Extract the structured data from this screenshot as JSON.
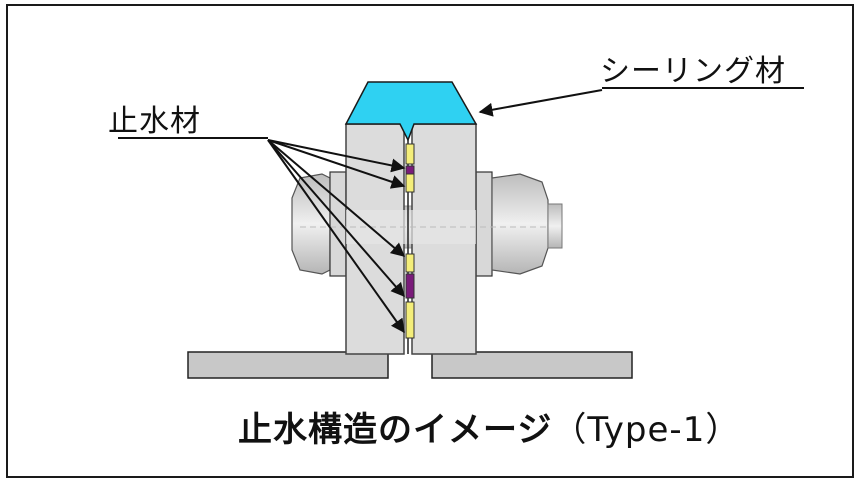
{
  "labels": {
    "sealing_material": "シーリング材",
    "water_stop_material": "止水材"
  },
  "caption": {
    "main": "止水構造のイメージ",
    "sub": "（Type-1）"
  },
  "colors": {
    "sealing": "#2fd1f2",
    "water_stop_dark": "#7a1b7a",
    "water_stop_light": "#f4ee7a",
    "block": "#dcdcdc",
    "base_plate": "#c8c8c8",
    "bolt": "#d8d8d8"
  }
}
